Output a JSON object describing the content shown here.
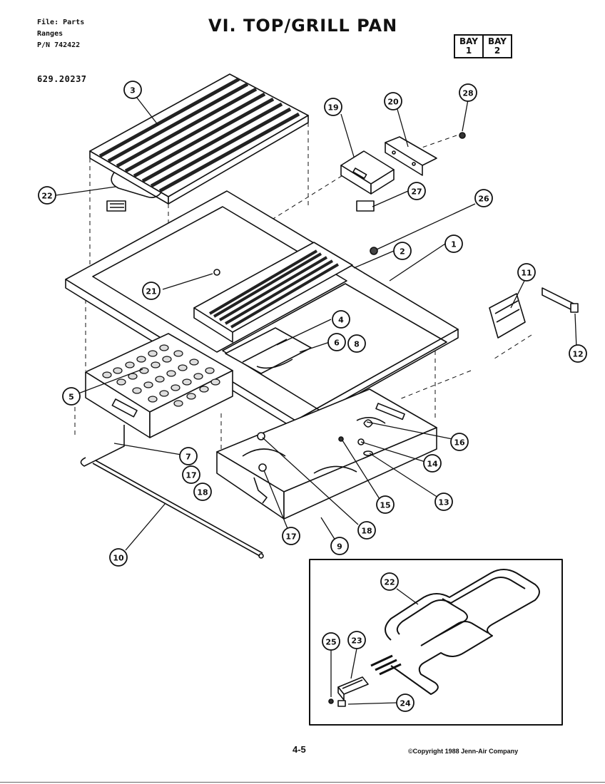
{
  "header": {
    "file_line1": "File: Parts",
    "file_line2": "Ranges",
    "file_line3": "P/N 742422",
    "title": "VI. TOP/GRILL PAN",
    "model_number": "629.20237"
  },
  "bay_box": {
    "bay1_top": "BAY",
    "bay1_bottom": "1",
    "bay2_top": "BAY",
    "bay2_bottom": "2"
  },
  "callouts": {
    "c1": "1",
    "c2": "2",
    "c3": "3",
    "c4": "4",
    "c5": "5",
    "c6": "6",
    "c7": "7",
    "c8": "8",
    "c9": "9",
    "c10": "10",
    "c11": "11",
    "c12": "12",
    "c13": "13",
    "c14": "14",
    "c15": "15",
    "c16": "16",
    "c17a": "17",
    "c17b": "17",
    "c18a": "18",
    "c18b": "18",
    "c19": "19",
    "c20": "20",
    "c21": "21",
    "c22a": "22",
    "c22b": "22",
    "c23": "23",
    "c24": "24",
    "c25": "25",
    "c26": "26",
    "c27": "27",
    "c28": "28"
  },
  "footer": {
    "page_number": "4-5",
    "copyright": "©Copyright 1988 Jenn-Air Company"
  }
}
